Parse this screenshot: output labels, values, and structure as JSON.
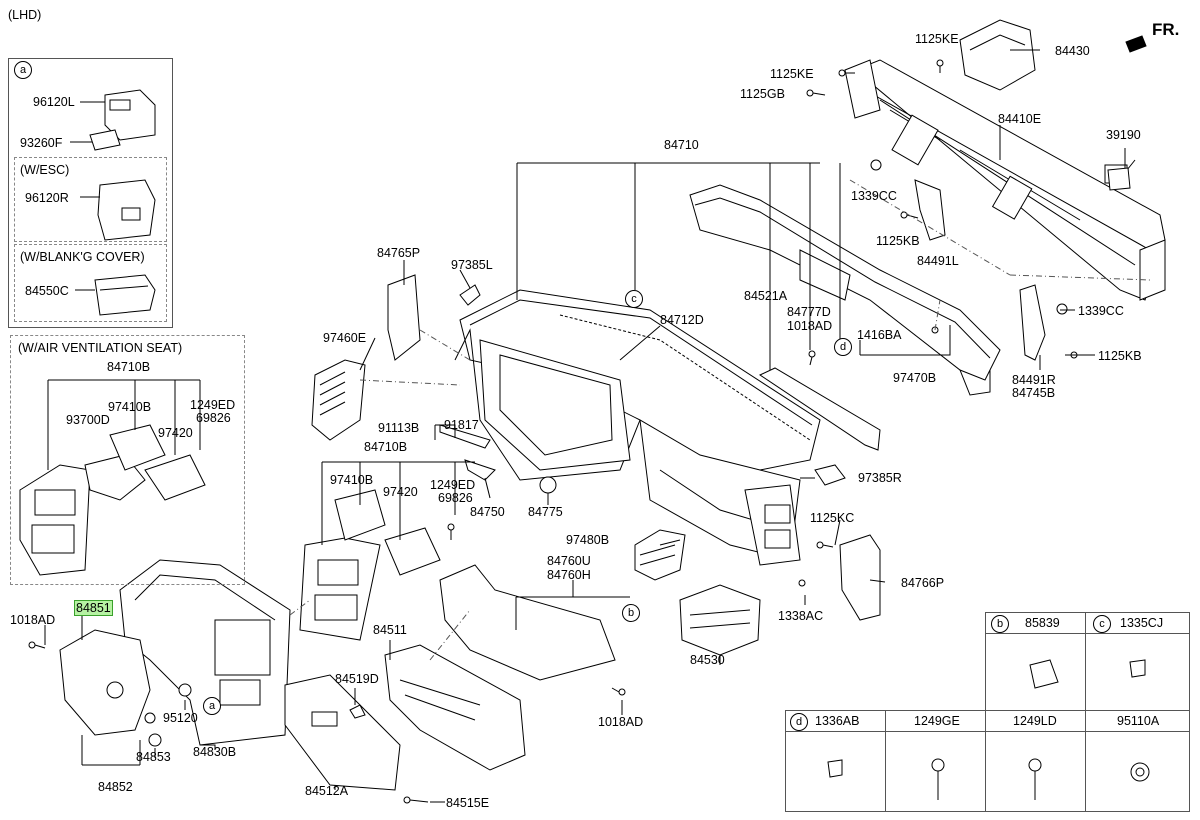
{
  "header": {
    "variant": "(LHD)",
    "direction": "FR."
  },
  "callouts": {
    "a": "a",
    "b": "b",
    "c": "c",
    "d": "d"
  },
  "inset_a": {
    "title_marker": "a",
    "parts": [
      "96120L",
      "93260F",
      "96120R",
      "84550C"
    ],
    "w_esc": "(W/ESC)",
    "w_blank": "(W/BLANK'G COVER)"
  },
  "inset_vent": {
    "title": "(W/AIR VENTILATION SEAT)",
    "parts": [
      "84710B",
      "93700D",
      "97410B",
      "97420",
      "1249ED",
      "69826"
    ]
  },
  "parts": {
    "p84430": "84430",
    "p1125KE_a": "1125KE",
    "p1125KE_b": "1125KE",
    "p1125GB": "1125GB",
    "p84410E": "84410E",
    "p39190": "39190",
    "p84710": "84710",
    "p1339CC_a": "1339CC",
    "p1125KB_a": "1125KB",
    "p84491L": "84491L",
    "p84765P": "84765P",
    "p97385L": "97385L",
    "p84712D": "84712D",
    "p84521A": "84521A",
    "p84777D": "84777D",
    "p1018AD_a": "1018AD",
    "p1416BA": "1416BA",
    "p97470B": "97470B",
    "p1339CC_b": "1339CC",
    "p1125KB_b": "1125KB",
    "p84491R": "84491R",
    "p84745B": "84745B",
    "p97460E": "97460E",
    "p91113B": "91113B",
    "p91817": "91817",
    "p84710B": "84710B",
    "p97410B": "97410B",
    "p97420": "97420",
    "p1249ED": "1249ED",
    "p69826": "69826",
    "p84750": "84750",
    "p84775": "84775",
    "p97385R": "97385R",
    "p97480B": "97480B",
    "p1125KC": "1125KC",
    "p84760U": "84760U",
    "p84760H": "84760H",
    "p84766P": "84766P",
    "p1338AC": "1338AC",
    "p84530": "84530",
    "p1018AD_b": "1018AD",
    "p1018AD_c": "1018AD",
    "p84851": "84851",
    "p84511": "84511",
    "p84519D": "84519D",
    "p95120": "95120",
    "p84853": "84853",
    "p84830B": "84830B",
    "p84852": "84852",
    "p84512A": "84512A",
    "p84515E": "84515E"
  },
  "legend": {
    "top": [
      {
        "marker": "b",
        "part": "85839"
      },
      {
        "marker": "c",
        "part": "1335CJ"
      }
    ],
    "bottom_marker": "d",
    "bottom": [
      "1336AB",
      "1249GE",
      "1249LD",
      "95110A"
    ]
  },
  "colors": {
    "highlight": "#b6f2a3",
    "line": "#000000",
    "dash": "#888888"
  }
}
